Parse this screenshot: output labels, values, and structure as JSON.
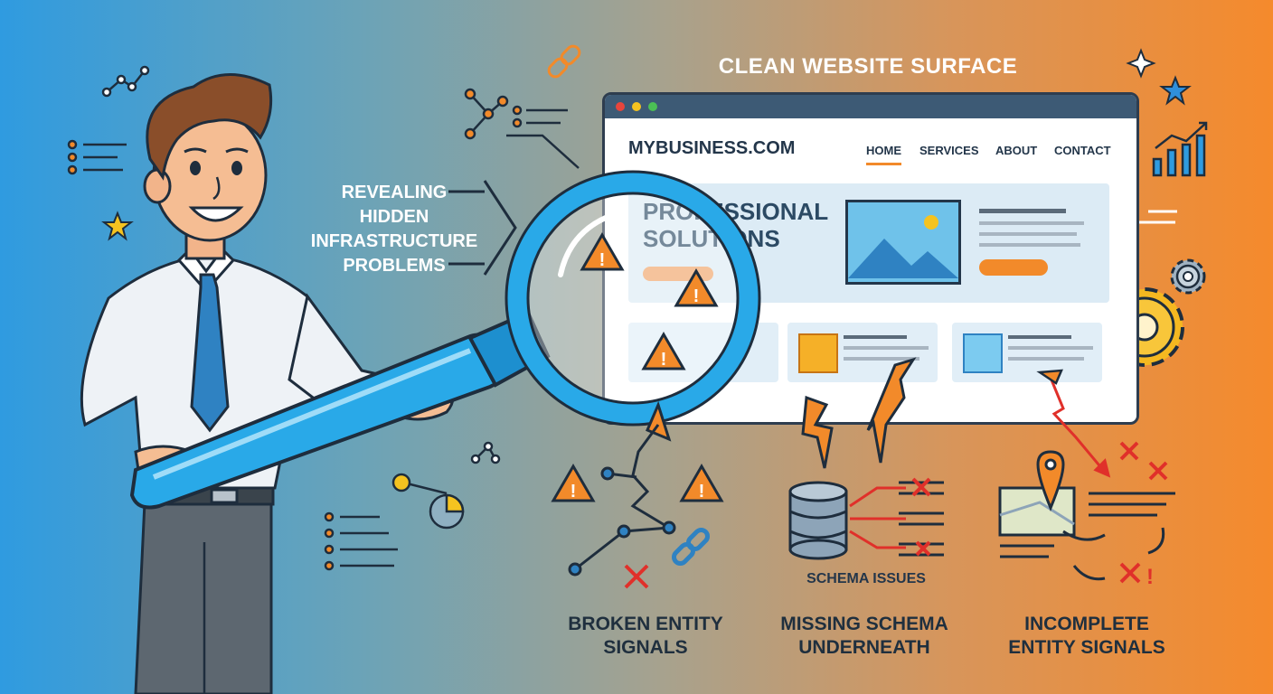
{
  "headline": "CLEAN WEBSITE SURFACE",
  "reveal_text": [
    "REVEALING",
    "HIDDEN",
    "INFRASTRUCTURE",
    "PROBLEMS"
  ],
  "website": {
    "brand": "MYBUSINESS.COM",
    "nav": [
      "HOME",
      "SERVICES",
      "ABOUT",
      "CONTACT"
    ],
    "active_nav": "HOME",
    "hero_title_line1": "PROFESSIONAL",
    "hero_title_line2": "SOLUTIONS"
  },
  "problems": [
    {
      "title_line1": "BROKEN ENTITY",
      "title_line2": "SIGNALS"
    },
    {
      "title_line1": "MISSING SCHEMA",
      "title_line2": "UNDERNEATH",
      "sub_label": "SCHEMA ISSUES"
    },
    {
      "title_line1": "INCOMPLETE",
      "title_line2": "ENTITY SIGNALS"
    }
  ],
  "colors": {
    "accent_orange": "#f28a2a",
    "warning_red": "#e0302a",
    "magnifier_blue": "#29a9e8",
    "dark_navy": "#23364a"
  },
  "icons": [
    "magnifying-glass-icon",
    "warning-icon",
    "database-icon",
    "map-pin-icon",
    "gear-icon",
    "chain-link-icon",
    "bar-chart-icon",
    "star-icon",
    "sparkle-icon"
  ]
}
